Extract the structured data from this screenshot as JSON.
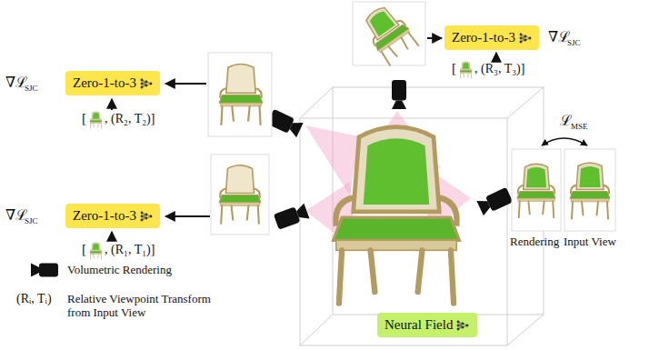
{
  "diagram": {
    "nodes": [
      {
        "text": [
          "Zero-1-to-3"
        ]
      },
      {
        "text": [
          "Zero-1-to-3"
        ]
      },
      {
        "text": [
          "Zero-1-to-3"
        ]
      },
      {
        "text": [
          "Neural Field"
        ]
      }
    ],
    "labels": [
      "∇ℒ",
      "SJC",
      "[",
      ", (R₃, T₃)]",
      "∇ℒ",
      "SJC",
      "[",
      ", (R₂, T₂)]",
      "∇ℒ",
      "SJC",
      "[",
      ", (R₁, T₁)]",
      "ℒ",
      "MSE",
      "Rendering",
      "Input View",
      "(Rᵢ, Tᵢ)"
    ],
    "legend": [
      {
        "text": "Volumetric Rendering"
      },
      {
        "text": "Relative Viewpoint Transform from Input View"
      }
    ]
  }
}
